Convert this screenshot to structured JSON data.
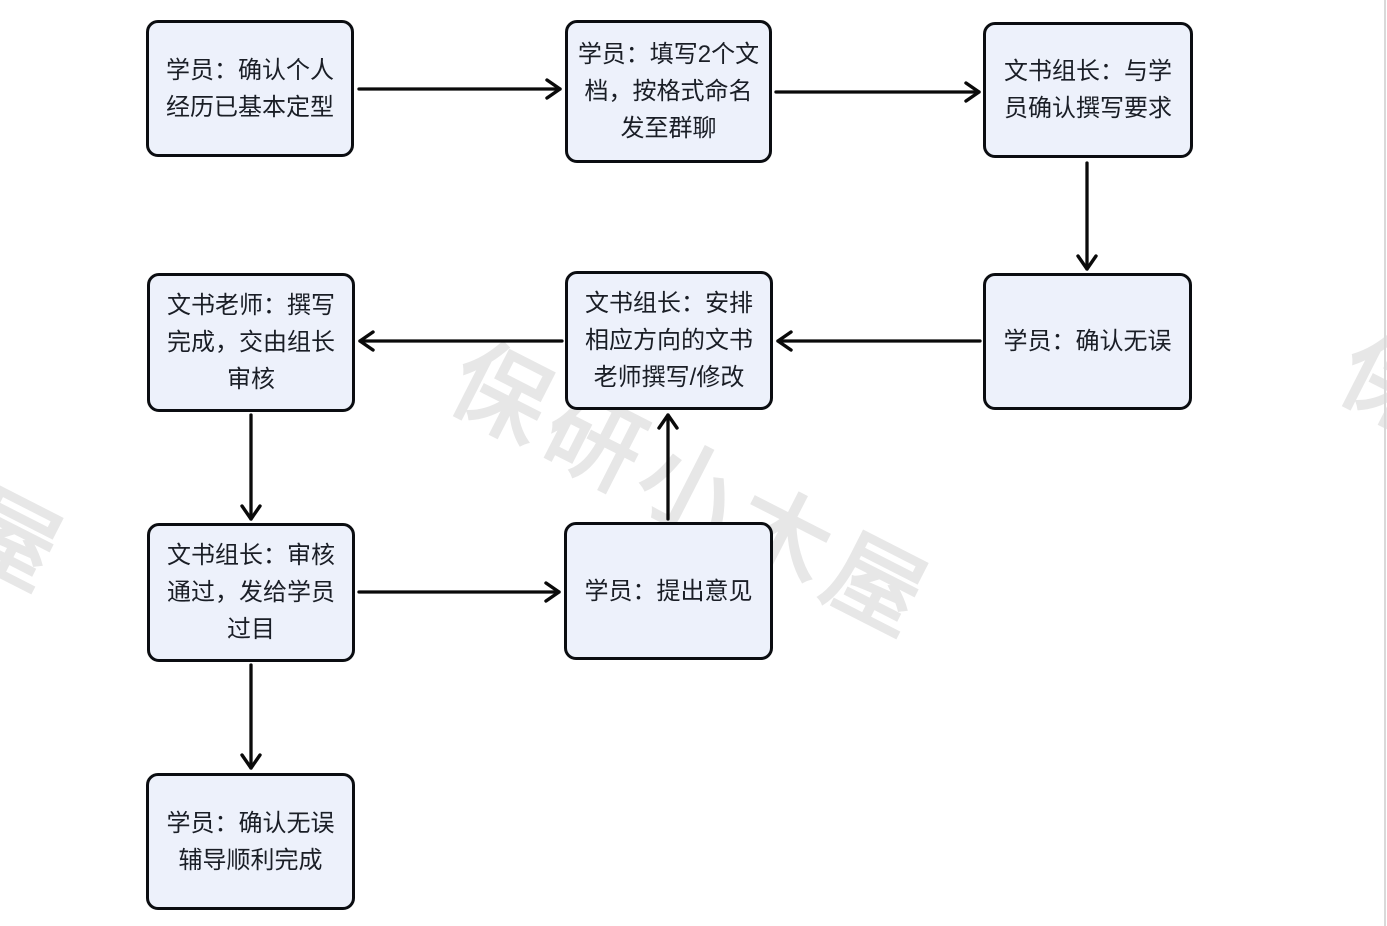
{
  "diagram": {
    "title_hint": "essay-coaching-process-flowchart",
    "watermark": {
      "text": "保研小木屋",
      "color": "#e7e7e7"
    },
    "colors": {
      "node_fill": "#edf1fb",
      "node_border": "#0b0d11",
      "node_text": "#1a1e26",
      "arrow": "#0a0a0a",
      "background": "#ffffff",
      "page_edge_line": "#d9d9d9"
    },
    "nodes": [
      {
        "id": "n1",
        "label": "学员：确认个人\n经历已基本定型"
      },
      {
        "id": "n2",
        "label": "学员：填写2个文\n档，按格式命名\n发至群聊"
      },
      {
        "id": "n3",
        "label": "文书组长：与学\n员确认撰写要求"
      },
      {
        "id": "n4",
        "label": "学员：确认无误"
      },
      {
        "id": "n5",
        "label": "文书组长：安排\n相应方向的文书\n老师撰写/修改"
      },
      {
        "id": "n6",
        "label": "文书老师：撰写\n完成，交由组长\n审核"
      },
      {
        "id": "n7",
        "label": "文书组长：审核\n通过，发给学员\n过目"
      },
      {
        "id": "n8",
        "label": "学员：提出意见"
      },
      {
        "id": "n9",
        "label": "学员：确认无误\n辅导顺利完成"
      }
    ],
    "edges": [
      {
        "from": "n1",
        "to": "n2",
        "direction": "right"
      },
      {
        "from": "n2",
        "to": "n3",
        "direction": "right"
      },
      {
        "from": "n3",
        "to": "n4",
        "direction": "down"
      },
      {
        "from": "n4",
        "to": "n5",
        "direction": "left"
      },
      {
        "from": "n5",
        "to": "n6",
        "direction": "left"
      },
      {
        "from": "n6",
        "to": "n7",
        "direction": "down"
      },
      {
        "from": "n7",
        "to": "n8",
        "direction": "right"
      },
      {
        "from": "n8",
        "to": "n5",
        "direction": "up"
      },
      {
        "from": "n7",
        "to": "n9",
        "direction": "down"
      }
    ]
  }
}
